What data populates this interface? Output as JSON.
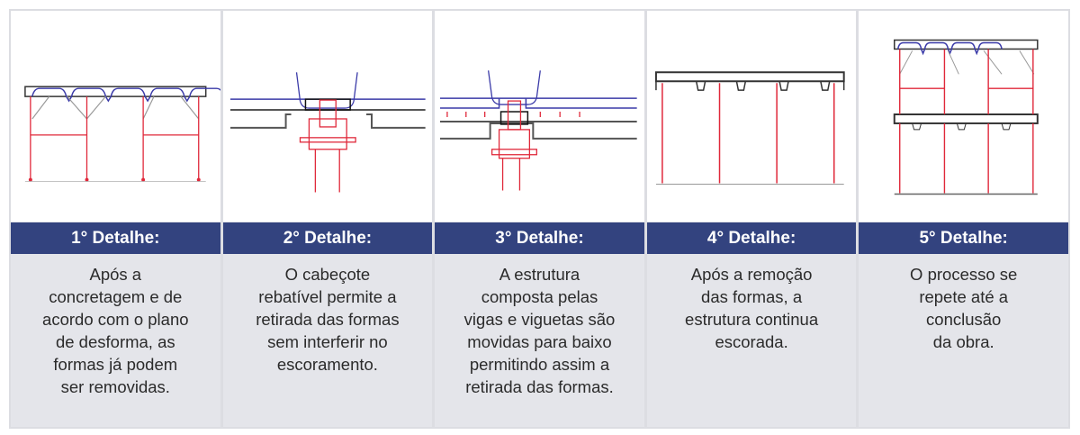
{
  "panels": [
    {
      "title": "1° Detalhe:",
      "lines": [
        "Após a",
        "concretagem e de",
        "acordo com o plano",
        "de desforma, as",
        "formas já podem",
        "ser removidas."
      ]
    },
    {
      "title": "2° Detalhe:",
      "lines": [
        "O cabeçote",
        "rebatível permite a",
        "retirada das formas",
        "sem interferir no",
        "escoramento."
      ]
    },
    {
      "title": "3° Detalhe:",
      "lines": [
        "A estrutura",
        "composta pelas",
        "vigas e viguetas são",
        "movidas para baixo",
        "permitindo assim a",
        "retirada das formas."
      ]
    },
    {
      "title": "4° Detalhe:",
      "lines": [
        "Após a remoção",
        "das formas, a",
        "estrutura continua",
        "escorada."
      ]
    },
    {
      "title": "5° Detalhe:",
      "lines": [
        "O processo se",
        "repete até a",
        "conclusão",
        "da obra."
      ]
    }
  ],
  "colors": {
    "header": "#33437f",
    "text_bg": "#e4e5ea",
    "shore": "#e0283a",
    "form": "#3a3aa8"
  }
}
